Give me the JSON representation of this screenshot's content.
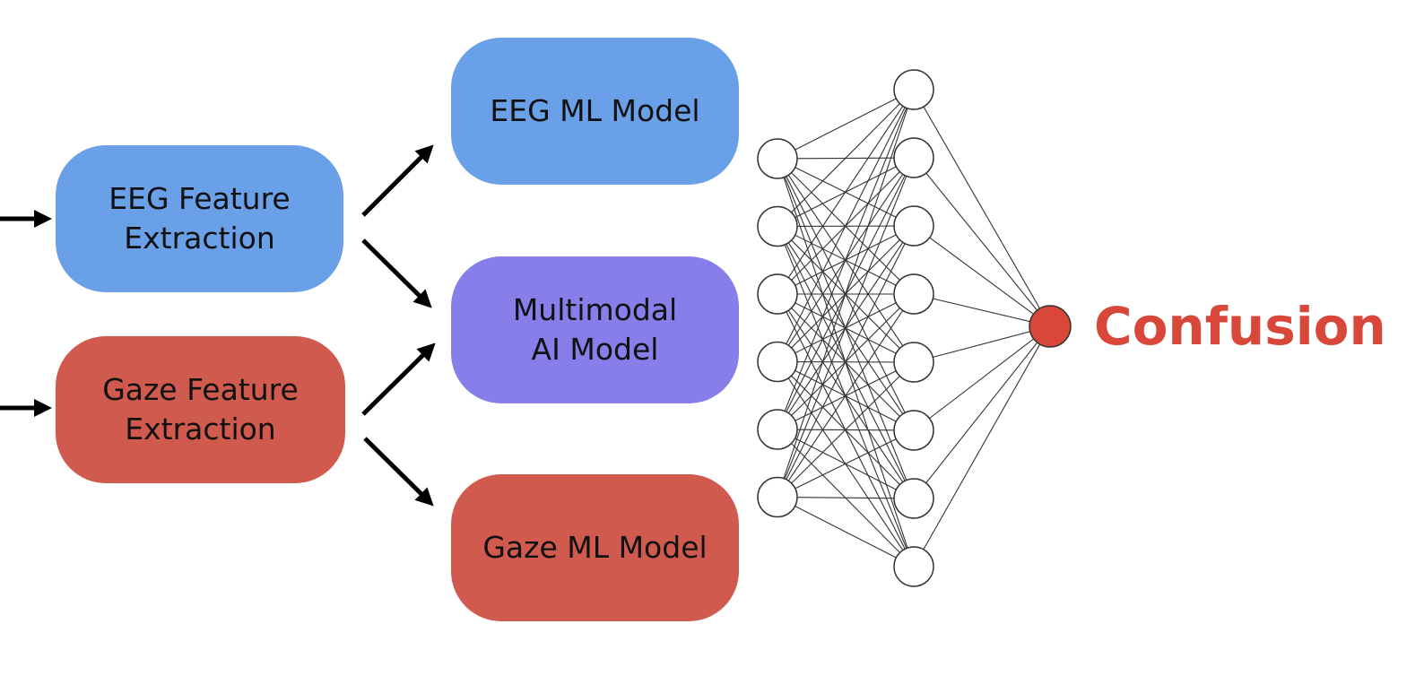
{
  "colors": {
    "eeg": "#6aa0e8",
    "gaze": "#d05a4d",
    "multimodal": "#877eea",
    "output": "#d9473a",
    "arrow": "#000000",
    "node_fill": "#ffffff",
    "node_stroke": "#333333",
    "edge": "#333333"
  },
  "feature_extraction": {
    "eeg": {
      "line1": "EEG Feature",
      "line2": "Extraction"
    },
    "gaze": {
      "line1": "Gaze Feature",
      "line2": "Extraction"
    }
  },
  "models": {
    "eeg": {
      "label": "EEG ML Model"
    },
    "multimodal": {
      "line1": "Multimodal",
      "line2": "AI Model"
    },
    "gaze": {
      "label": "Gaze ML Model"
    }
  },
  "network": {
    "input_nodes": 6,
    "hidden_nodes": 8,
    "output_nodes": 1
  },
  "output": {
    "label": "Confusion"
  }
}
